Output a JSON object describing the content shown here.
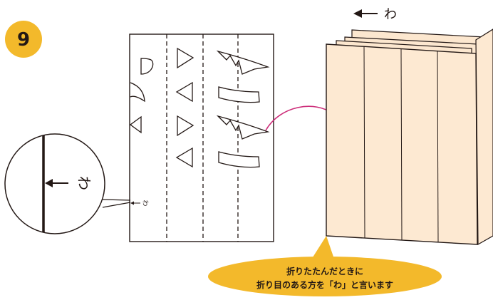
{
  "step": {
    "number": "9"
  },
  "labels": {
    "fold_edge": "わ",
    "zoom_fold_edge": "わ",
    "small_fold_edge": "わ"
  },
  "callout": {
    "line1": "折りたたんだときに",
    "line2": "折り目のある方を「わ」と言います"
  },
  "colors": {
    "badge": "#f3b92b",
    "bubble": "#f3b92b",
    "paper_front": "#fde9d2",
    "arrow_curve": "#cc2b78",
    "ink": "#231815"
  }
}
